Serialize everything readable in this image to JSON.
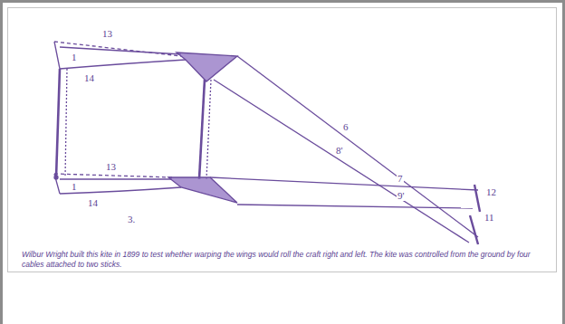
{
  "diagram": {
    "caption": "Wilbur Wright built this kite in 1899 to test whether warping the wings would roll the craft right and left. The kite was controlled from the ground by four cables attached to two sticks.",
    "labels": [
      "13",
      "1",
      "14",
      "6",
      "8'",
      "13",
      "1",
      "14",
      "7",
      "9'",
      "12",
      "11",
      "3."
    ]
  }
}
